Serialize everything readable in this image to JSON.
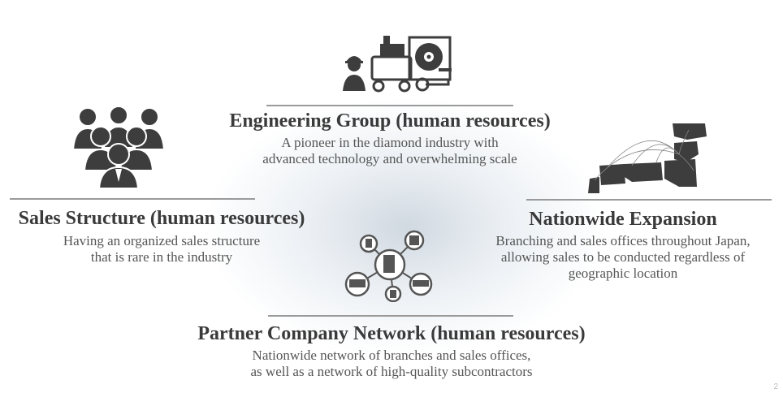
{
  "sections": {
    "engineering": {
      "title": "Engineering Group (human resources)",
      "desc_line1": "A pioneer in the diamond industry with",
      "desc_line2": "advanced technology and overwhelming scale"
    },
    "sales": {
      "title": "Sales Structure (human resources)",
      "desc_line1": "Having an organized sales structure",
      "desc_line2": "that is rare in the industry"
    },
    "nationwide": {
      "title": "Nationwide Expansion",
      "desc_line1": "Branching and sales offices throughout Japan,",
      "desc_line2": "allowing sales to be conducted regardless of",
      "desc_line3": "geographic location"
    },
    "partner": {
      "title": "Partner Company Network (human resources)",
      "desc_line1": "Nationwide network of branches and sales offices,",
      "desc_line2": "as well as a network of high-quality subcontractors"
    }
  },
  "page_number": "2",
  "colors": {
    "icon": "#3d3d3d",
    "rule": "#9a9a9a",
    "text": "#3a3a3a"
  },
  "icons": {
    "engineering": "worker-machine-icon",
    "sales": "people-group-icon",
    "nationwide": "japan-map-icon",
    "partner": "network-icon"
  }
}
